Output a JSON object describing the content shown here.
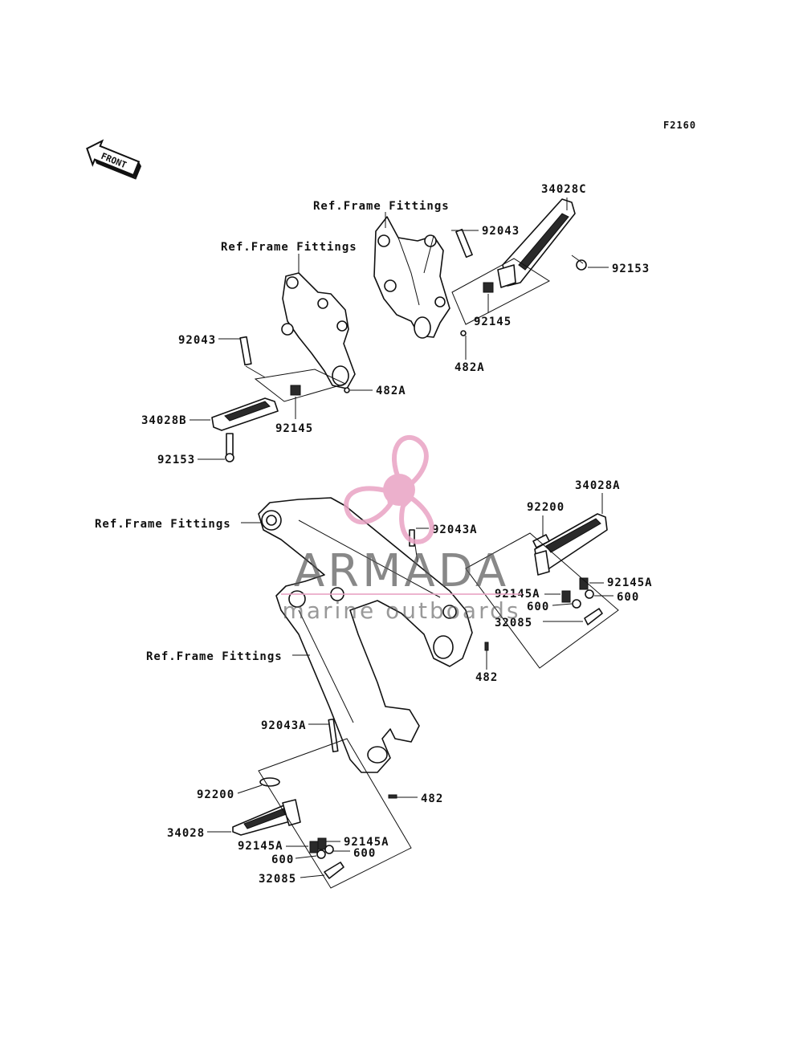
{
  "diagram_code": "F2160",
  "front_label": "FRONT",
  "labels": {
    "ref_frame_1": "Ref.Frame Fittings",
    "ref_frame_2": "Ref.Frame Fittings",
    "ref_frame_3": "Ref.Frame Fittings",
    "ref_frame_4": "Ref.Frame Fittings",
    "p_34028C": "34028C",
    "p_92043_r": "92043",
    "p_92153_r": "92153",
    "p_92145_r": "92145",
    "p_482A_r": "482A",
    "p_92043_l": "92043",
    "p_482A_l": "482A",
    "p_34028B": "34028B",
    "p_92145_l": "92145",
    "p_92153_l": "92153",
    "p_34028A": "34028A",
    "p_92200_r": "92200",
    "p_92043A_r": "92043A",
    "p_92145A_r1": "92145A",
    "p_92145A_r2": "92145A",
    "p_600_r1": "600",
    "p_600_r2": "600",
    "p_32085_r": "32085",
    "p_482_r": "482",
    "p_92043A_l": "92043A",
    "p_92200_l": "92200",
    "p_482_l": "482",
    "p_34028": "34028",
    "p_92145A_l1": "92145A",
    "p_92145A_l2": "92145A",
    "p_600_l1": "600",
    "p_600_l2": "600",
    "p_32085_l": "32085"
  },
  "watermark": {
    "brand": "ARMADA",
    "tagline": "marine outboards",
    "logo_color": "#e9a3c4",
    "text_color": "#555555"
  },
  "icons": [
    "front-arrow-icon",
    "propeller-logo-icon"
  ]
}
